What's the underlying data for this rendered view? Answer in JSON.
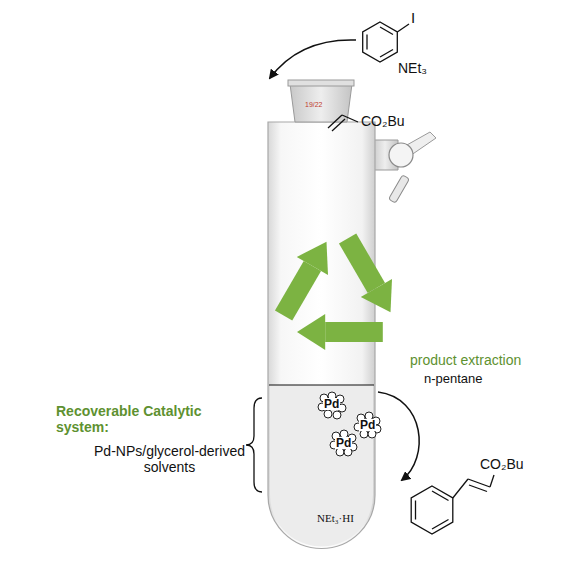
{
  "diagram": {
    "labels": [
      "I",
      "NEt₃",
      "19/22",
      "CO₂Bu",
      "product extraction",
      "n-pentane",
      "Recoverable Catalytic system:",
      "Pd",
      "Pd",
      "Pd",
      "Pd-NPs/glycerol-derived solvents",
      "CO₂Bu",
      "NEt₃·HI"
    ]
  }
}
